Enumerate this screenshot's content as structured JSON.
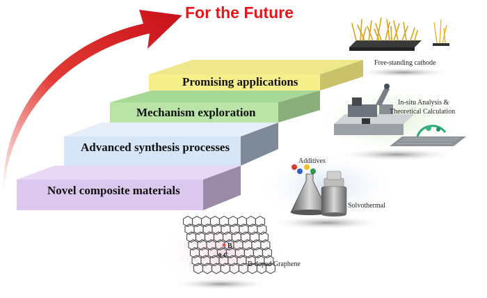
{
  "header": {
    "title": "For the Future"
  },
  "steps": [
    {
      "label": "Novel composite materials",
      "color": "#dcc7ee"
    },
    {
      "label": "Advanced synthesis processes",
      "color": "#d6e6f7"
    },
    {
      "label": "Mechanism exploration",
      "color": "#b9e3a7"
    },
    {
      "label": "Promising applications",
      "color": "#f6ef8c"
    }
  ],
  "callouts": {
    "cathode": "Free-standing cathode",
    "analysis_line1": "In-situ Analysis &",
    "analysis_line2": "Theoretical Calculation",
    "additives": "Additives",
    "solvothermal": "Solvothermal",
    "graphene": "B-doped Graphene",
    "atom_b": "B",
    "atom_c": "C"
  },
  "colors": {
    "title": "#e8141b",
    "arrow": "#c8101a"
  }
}
